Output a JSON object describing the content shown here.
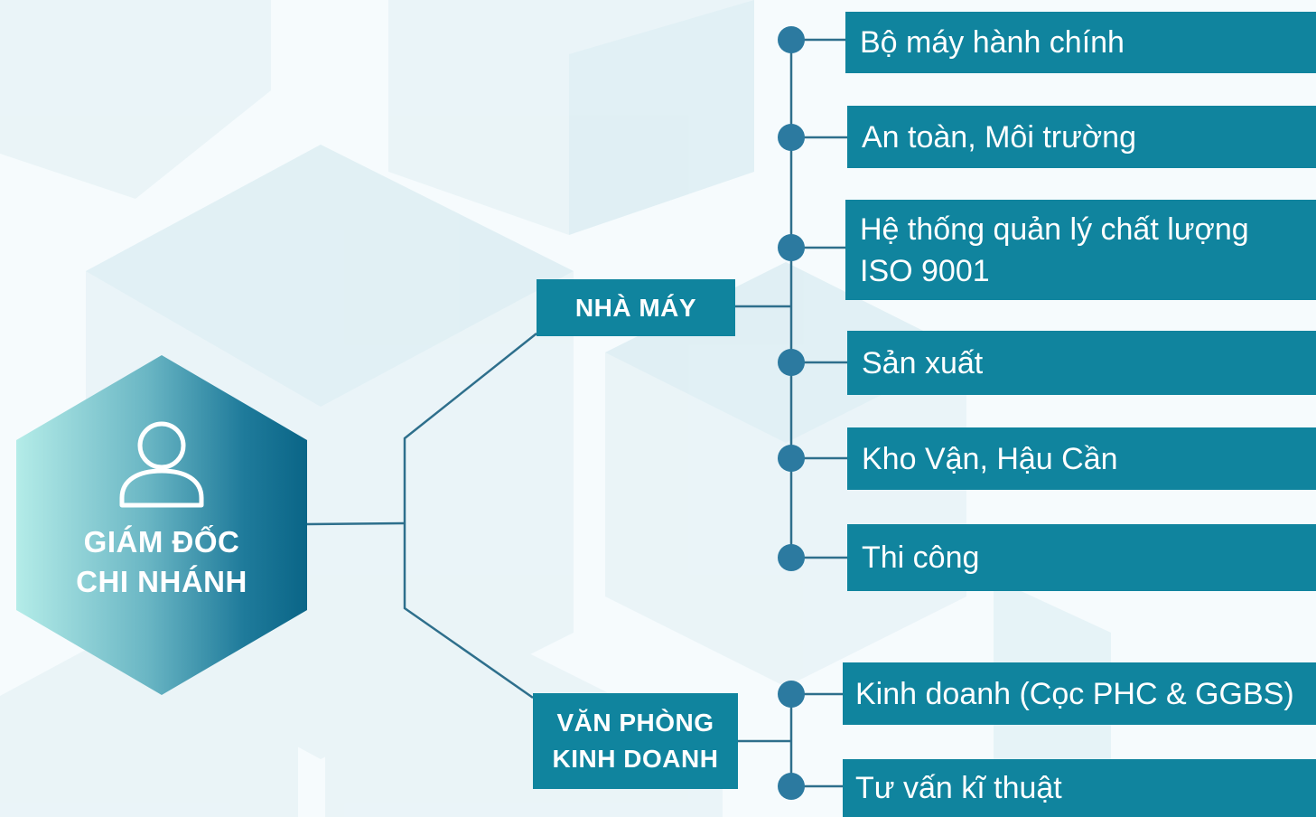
{
  "colors": {
    "primary": "#10849e",
    "connector": "#2e6f8c",
    "dot": "#2c7aa0",
    "background": "#f6fbfd"
  },
  "root": {
    "title": "GIÁM ĐỐC\nCHI NHÁNH",
    "icon": "person-icon"
  },
  "branches": [
    {
      "label": "NHÀ MÁY",
      "children": [
        "Bộ máy hành chính",
        "An toàn, Môi trường",
        "Hệ thống quản lý chất lượng\nISO 9001",
        "Sản xuất",
        "Kho Vận, Hậu Cần",
        "Thi công"
      ]
    },
    {
      "label": "VĂN PHÒNG\nKINH DOANH",
      "children": [
        "Kinh doanh (Cọc PHC & GGBS)",
        "Tư vấn kĩ thuật"
      ]
    }
  ]
}
